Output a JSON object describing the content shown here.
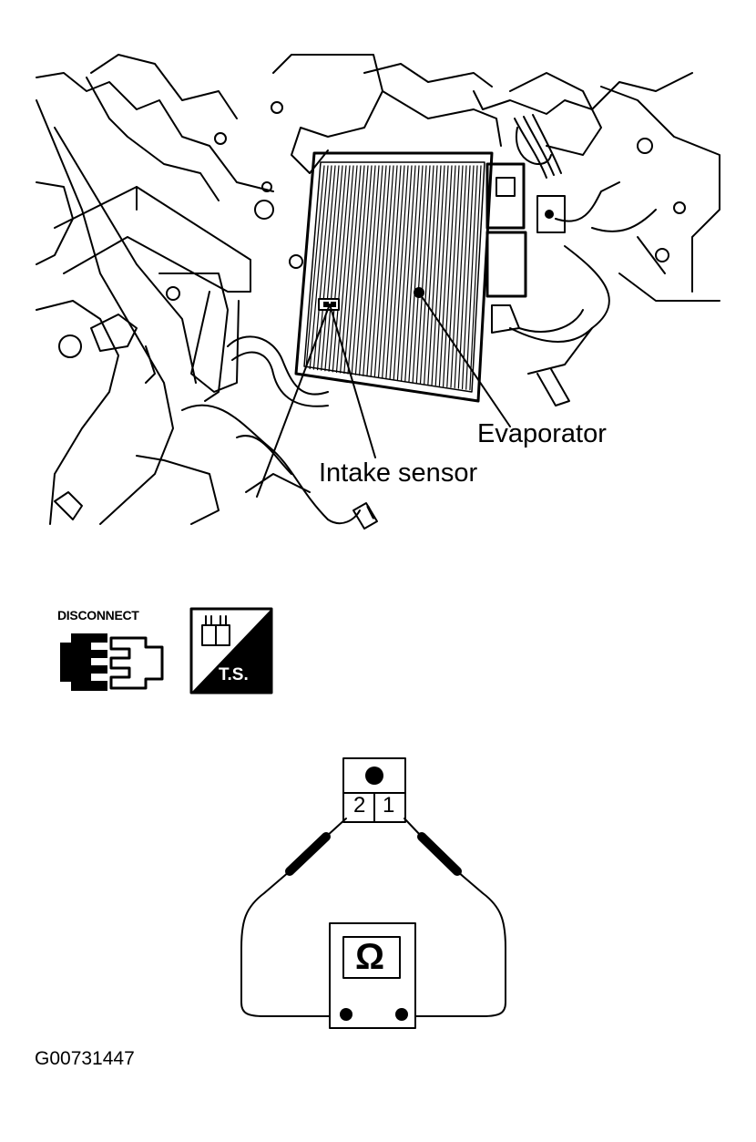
{
  "callouts": {
    "evaporator": "Evaporator",
    "intake_sensor": "Intake sensor"
  },
  "icons": {
    "disconnect_label": "DISCONNECT",
    "test_label": "T.S."
  },
  "connector": {
    "pin_left": "2",
    "pin_right": "1"
  },
  "meter": {
    "symbol": "Ω"
  },
  "figure_id": "G00731447"
}
